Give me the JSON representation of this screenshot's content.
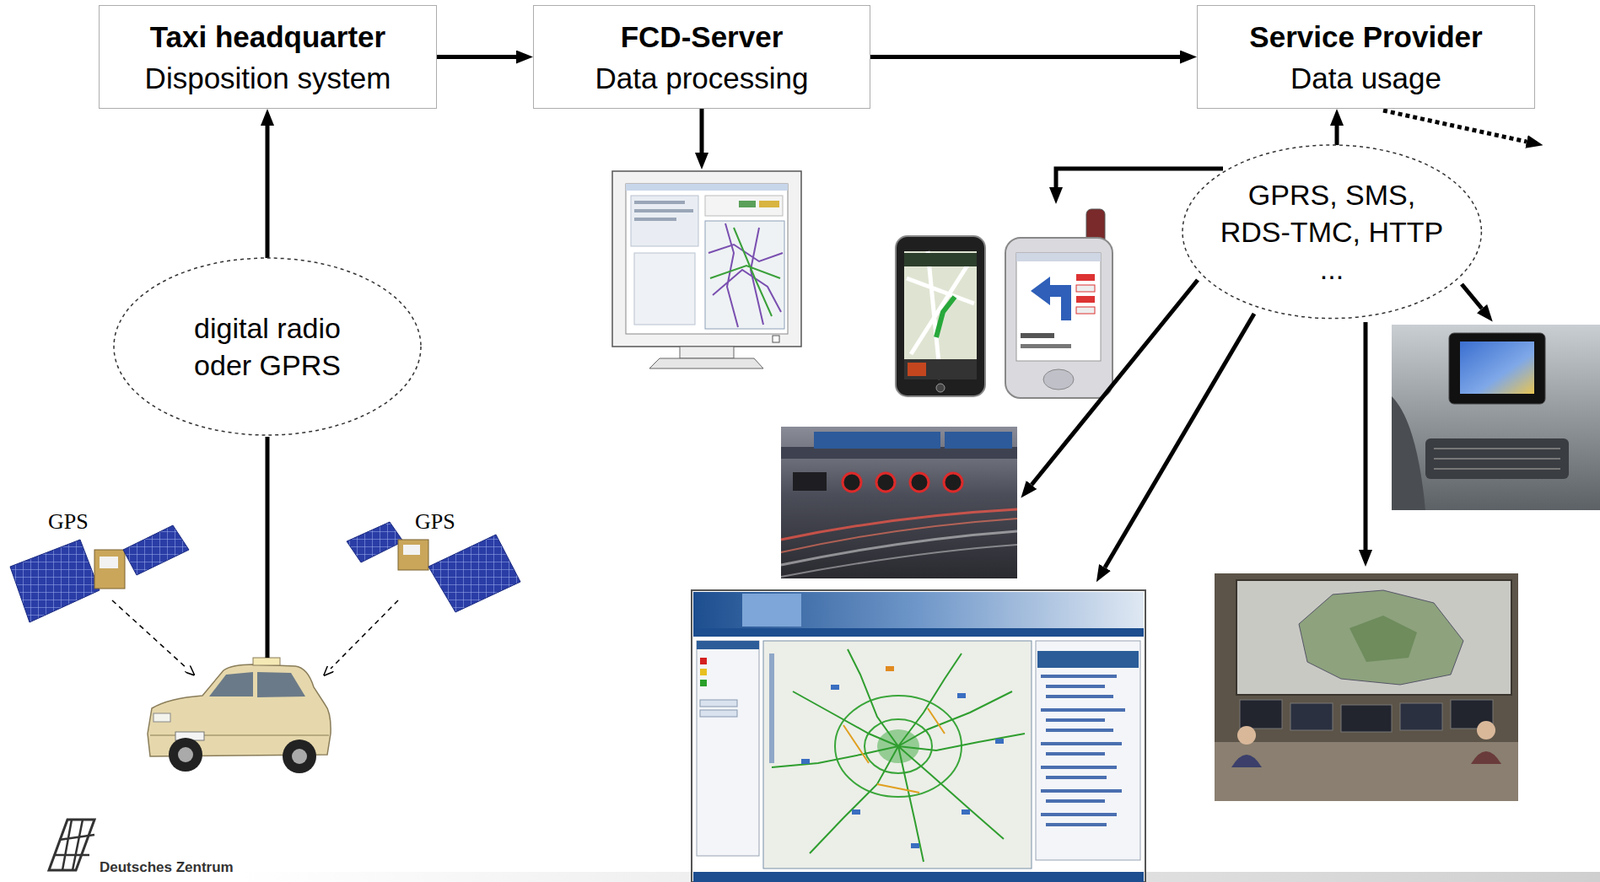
{
  "diagram": {
    "nodes": [
      {
        "text": [
          "Taxi headquarter",
          "Disposition system"
        ]
      },
      {
        "text": [
          "FCD-Server",
          "Data processing"
        ]
      },
      {
        "text": [
          "Service Provider",
          "Data usage"
        ]
      },
      {
        "text": [
          "digital radio oder GPRS"
        ]
      },
      {
        "text": [
          "GPRS, SMS, RDS-TMC, HTTP",
          "..."
        ]
      }
    ],
    "edges": [
      {
        "from": 0,
        "to": 1,
        "arrow": "to"
      },
      {
        "from": 1,
        "to": 2,
        "arrow": "to"
      },
      {
        "from": 3,
        "to": 0,
        "arrow": "to"
      },
      {
        "from": 4,
        "to": 2,
        "arrow": "to"
      }
    ],
    "labels": [
      "GPS",
      "GPS",
      "Deutsches Zentrum"
    ]
  }
}
